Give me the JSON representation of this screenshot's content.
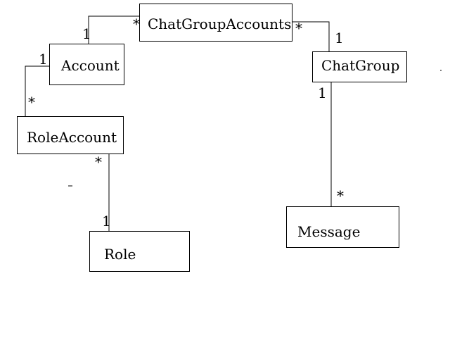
{
  "classes": {
    "chat_group_accounts": "ChatGroupAccounts",
    "account": "Account",
    "chat_group": "ChatGroup",
    "role_account": "RoleAccount",
    "message": "Message",
    "role": "Role"
  },
  "multiplicities": {
    "account_to_cga_account_end": "1",
    "account_to_cga_cga_end": "*",
    "cga_to_chatgroup_cga_end": "*",
    "cga_to_chatgroup_chatgroup_end": "1",
    "account_to_roleaccount_account_end": "1",
    "account_to_roleaccount_roleaccount_end": "*",
    "chatgroup_to_message_chatgroup_end": "1",
    "chatgroup_to_message_message_end": "*",
    "roleaccount_to_role_roleaccount_end": "*",
    "roleaccount_to_role_role_end": "1"
  }
}
